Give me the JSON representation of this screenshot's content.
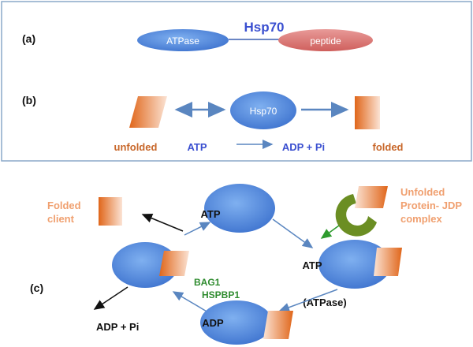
{
  "colors": {
    "ellipse_blue": "#4a7fd6",
    "peptide_red": "#d9706e",
    "frame_blue": "#8aa9c9",
    "arrow_blue": "#5a86c0",
    "orange_text": "#c8672a",
    "light_orange_text": "#f0a070",
    "green_text": "#2e8b2e",
    "hsp70_title": "#3a4fd0",
    "jdp_green": "#6b8e23"
  },
  "panel_a": {
    "label": "(a)",
    "title": "Hsp70",
    "atpase_label": "ATPase",
    "peptide_label": "peptide"
  },
  "panel_b": {
    "label": "(b)",
    "center_label": "Hsp70",
    "unfolded_label": "unfolded",
    "atp_label": "ATP",
    "adp_label": "ADP + Pi",
    "folded_label": "folded"
  },
  "panel_c": {
    "label": "(c)",
    "folded_client_line1": "Folded",
    "folded_client_line2": "client",
    "unfolded_line1": "Unfolded",
    "unfolded_line2": "Protein- JDP",
    "unfolded_line3": "complex",
    "atp_top": "ATP",
    "atp_right": "ATP",
    "atpase": "(ATPase)",
    "adp_bottom": "ADP",
    "adp_pi": "ADP + Pi",
    "bag1": "BAG1",
    "hspbp1": "HSPBP1"
  }
}
